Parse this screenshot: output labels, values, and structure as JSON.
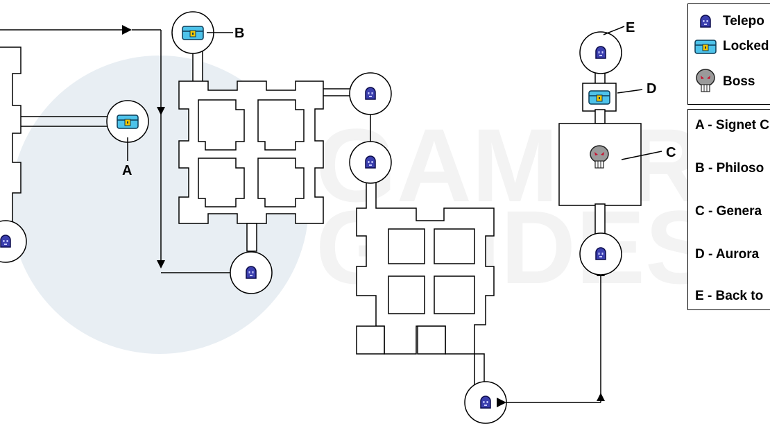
{
  "watermark": {
    "line1": "GAMER",
    "line2": "GUIDES"
  },
  "markers": {
    "a": "A",
    "b": "B",
    "c": "C",
    "d": "D",
    "e": "E"
  },
  "legend": {
    "icons": [
      {
        "icon": "teleporter-icon",
        "label": "Telepo"
      },
      {
        "icon": "locked-chest-icon",
        "label": "Locked"
      },
      {
        "icon": "boss-skull-icon",
        "label": "Boss"
      }
    ],
    "keys": [
      "A - Signet C",
      "B - Philoso",
      "C - Genera",
      "D - Aurora",
      "E - Back to"
    ]
  },
  "colors": {
    "teleporter_fill": "#3b3fae",
    "teleporter_outline": "#0a0a4a",
    "chest_fill": "#4ec3ea",
    "chest_lock": "#f2c500",
    "boss_skull": "#9a9a9a",
    "boss_eyes": "#c8102e"
  }
}
